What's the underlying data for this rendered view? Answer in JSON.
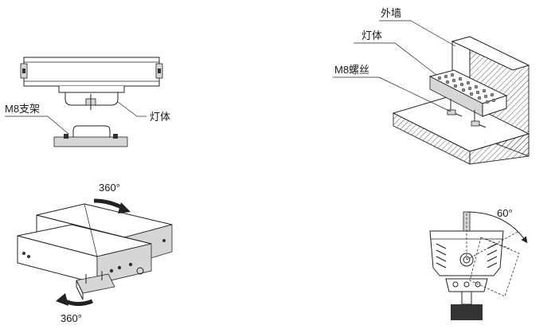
{
  "labels": {
    "outer_wall": "外墙",
    "lamp_body_right": "灯体",
    "m8_screw": "M8螺丝",
    "m8_bracket": "M8支架",
    "lamp_body_left": "灯体",
    "rotate_top": "360°",
    "rotate_bottom": "360°",
    "tilt_angle": "60°"
  }
}
